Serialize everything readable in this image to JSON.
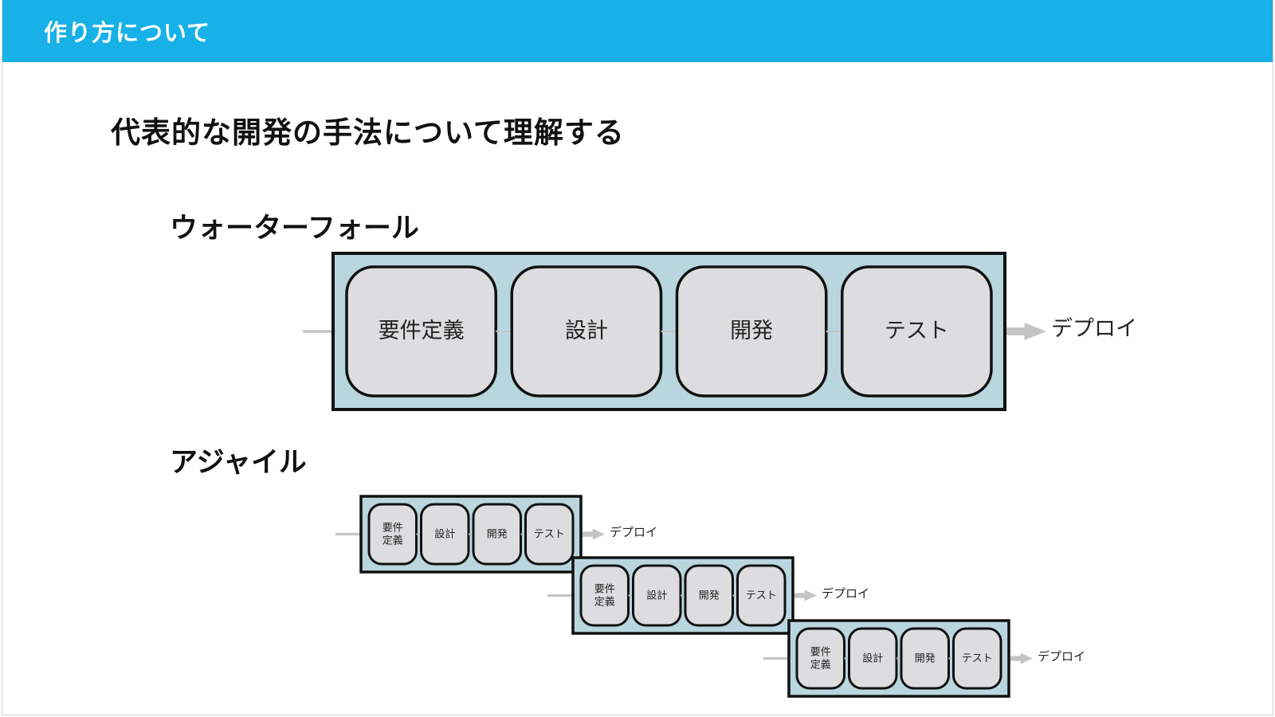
{
  "header": {
    "title": "作り方について"
  },
  "main": {
    "heading": "代表的な開発の手法について理解する",
    "waterfall": {
      "title": "ウォーターフォール",
      "phases": [
        "要件定義",
        "設計",
        "開発",
        "テスト"
      ],
      "output": "デプロイ"
    },
    "agile": {
      "title": "アジャイル",
      "phases": [
        "要件\n定義",
        "設計",
        "開発",
        "テスト"
      ],
      "output": "デプロイ",
      "iterations": 3
    }
  },
  "colors": {
    "header": "#17b1e8",
    "container": "#b9d6df",
    "phase": "#dddde0",
    "border": "#111111",
    "arrow": "#c4c4c4"
  }
}
